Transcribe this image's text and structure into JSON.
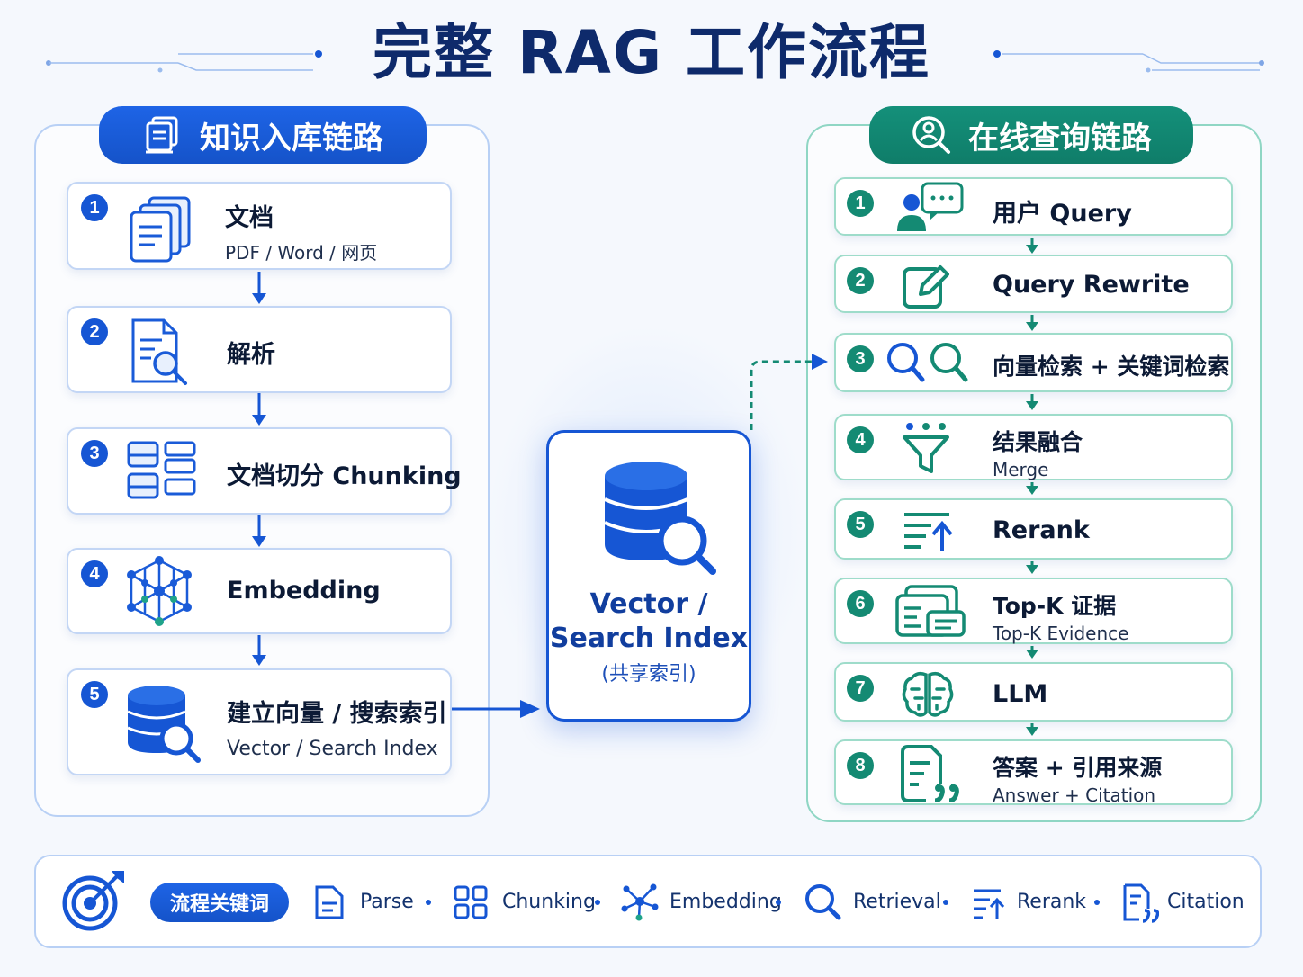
{
  "title": "完整 RAG 工作流程",
  "left_panel": {
    "title": "知识入库链路",
    "steps": [
      {
        "num": "1",
        "main": "文档",
        "sub": "PDF / Word / 网页",
        "icon": "documents-icon"
      },
      {
        "num": "2",
        "main": "解析",
        "sub": "",
        "icon": "document-search-icon"
      },
      {
        "num": "3",
        "main": "文档切分 Chunking",
        "sub": "",
        "icon": "chunks-grid-icon"
      },
      {
        "num": "4",
        "main": "Embedding",
        "sub": "",
        "icon": "network-nodes-icon"
      },
      {
        "num": "5",
        "main": "建立向量 / 搜索索引",
        "sub": "Vector / Search Index",
        "icon": "database-search-icon"
      }
    ]
  },
  "center": {
    "line1": "Vector /",
    "line2": "Search Index",
    "line3": "(共享索引)",
    "icon": "database-search-icon"
  },
  "right_panel": {
    "title": "在线查询链路",
    "steps": [
      {
        "num": "1",
        "main": "用户 Query",
        "sub": "",
        "icon": "user-chat-icon"
      },
      {
        "num": "2",
        "main": "Query Rewrite",
        "sub": "",
        "icon": "edit-icon"
      },
      {
        "num": "3",
        "main": "向量检索 + 关键词检索",
        "sub": "",
        "icon": "dual-search-icon"
      },
      {
        "num": "4",
        "main": "结果融合",
        "sub": "Merge",
        "icon": "funnel-icon"
      },
      {
        "num": "5",
        "main": "Rerank",
        "sub": "",
        "icon": "sort-up-icon"
      },
      {
        "num": "6",
        "main": "Top-K 证据",
        "sub": "Top-K Evidence",
        "icon": "cards-icon"
      },
      {
        "num": "7",
        "main": "LLM",
        "sub": "",
        "icon": "brain-icon"
      },
      {
        "num": "8",
        "main": "答案 + 引用来源",
        "sub": "Answer + Citation",
        "icon": "quote-document-icon"
      }
    ]
  },
  "keywords": {
    "label": "流程关键词",
    "items": [
      "Parse",
      "Chunking",
      "Embedding",
      "Retrieval",
      "Rerank",
      "Citation"
    ]
  },
  "colors": {
    "blue": "#1656d4",
    "teal": "#148a73",
    "navy": "#0e2a6b"
  }
}
